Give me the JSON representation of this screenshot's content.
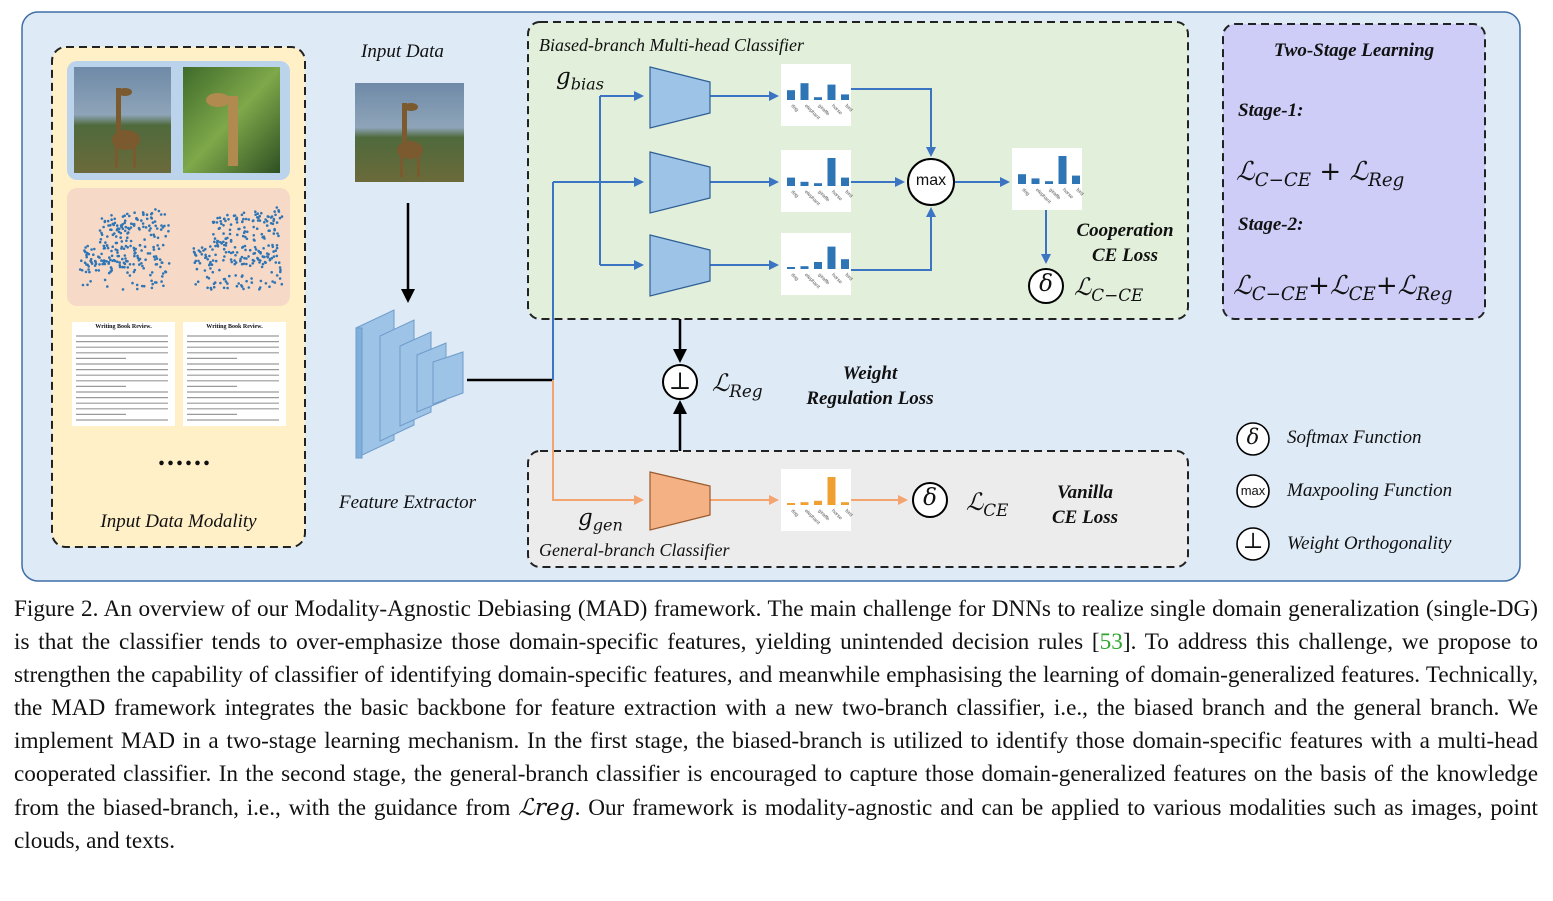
{
  "figure": {
    "input_modality_label": "Input Data Modality",
    "input_data_label": "Input Data",
    "feature_extractor_label": "Feature Extractor",
    "ellipsis": "......",
    "doc_title": "Writing Book Review.",
    "biased_branch_title": "Biased-branch Multi-head Classifier",
    "g_bias": "g",
    "g_bias_sub": "bias",
    "g_gen": "g",
    "g_gen_sub": "gen",
    "general_branch_title": "General-branch Classifier",
    "max_label": "max",
    "cooperation_loss_label": [
      "Cooperation",
      "CE Loss"
    ],
    "weight_reg_loss_label": [
      "Weight",
      "Regulation Loss"
    ],
    "vanilla_loss_label": [
      "Vanilla",
      "CE Loss"
    ],
    "loss_cce": "C−CE",
    "loss_reg": "Reg",
    "loss_ce": "CE",
    "script_L": "ℒ",
    "delta_symbol": "δ",
    "perp_symbol": "⊥",
    "two_stage": {
      "title": "Two-Stage Learning",
      "stage1_label": "Stage-1:",
      "stage2_label": "Stage-2:"
    },
    "legend": [
      {
        "symbol": "δ",
        "text": "Softmax Function"
      },
      {
        "symbol": "max",
        "text": "Maxpooling Function"
      },
      {
        "symbol": "⊥",
        "text": "Weight Orthogonality"
      }
    ],
    "bar_categories": [
      "dog",
      "elephant",
      "giraffe",
      "horse",
      "bird"
    ],
    "bar_charts": [
      {
        "id": "head1",
        "values": [
          0.35,
          0.6,
          0.1,
          0.55,
          0.2
        ]
      },
      {
        "id": "head2",
        "values": [
          0.3,
          0.15,
          0.1,
          1.0,
          0.3
        ]
      },
      {
        "id": "head3",
        "values": [
          0.05,
          0.1,
          0.25,
          0.8,
          0.35
        ]
      },
      {
        "id": "maxed",
        "values": [
          0.35,
          0.2,
          0.1,
          1.0,
          0.3
        ]
      },
      {
        "id": "general",
        "values": [
          0.05,
          0.1,
          0.15,
          1.0,
          0.1
        ]
      }
    ],
    "colors": {
      "background_panel": "#deebf7",
      "input_modality_panel": "#fff0c8",
      "biased_panel": "#e2efda",
      "general_panel": "#ececec",
      "two_stage_panel": "#cdcdf7",
      "arrow_blue": "#3a74c2",
      "arrow_orange": "#f4a46e",
      "classifier_blue": "#9dc3e6",
      "classifier_orange": "#f4b183",
      "bar_blue": "#2e75b6",
      "bar_orange": "#f0a030"
    }
  },
  "caption": {
    "p1": "Figure 2.  An overview of our Modality-Agnostic Debiasing (MAD) framework.  The main challenge for DNNs to realize single domain generalization (single-DG) is that the classifier tends to over-emphasize those domain-specific features, yielding unintended decision rules [",
    "ref": "53",
    "p2": "].  To address this challenge, we propose to strengthen the capability of classifier of identifying domain-specific features, and meanwhile emphasising the learning of domain-generalized features. Technically, the MAD framework integrates the basic backbone for feature extraction with a new two-branch classifier, i.e., the biased branch and the general branch.  We implement MAD in a two-stage learning mechanism.  In the first stage, the biased-branch is utilized to identify those domain-specific features with a multi-head cooperated classifier.  In the second stage, the general-branch classifier is encouraged to capture those domain-generalized features on the basis of the knowledge from the biased-branch, i.e., with the guidance from ",
    "inline_math": "ℒreg",
    "p3": ".  Our framework is modality-agnostic and can be applied to various modalities such as images, point clouds, and texts."
  }
}
